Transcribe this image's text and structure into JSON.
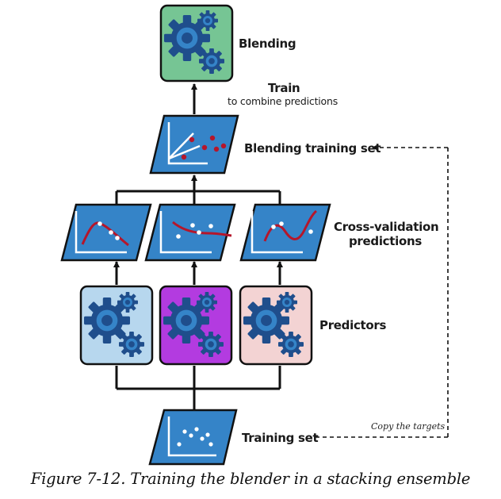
{
  "labels": {
    "blending": "Blending",
    "train": "Train",
    "train_sub": "to combine predictions",
    "blending_training_set": "Blending training set",
    "cv_line1": "Cross-validation",
    "cv_line2": "predictions",
    "predictors": "Predictors",
    "training_set": "Training set",
    "copy_targets": "Copy the targets"
  },
  "caption": "Figure 7-12. Training the blender in a stacking ensemble",
  "colors": {
    "blending_box": "#76c594",
    "predictor_1": "#b7d7ee",
    "predictor_2": "#b33be0",
    "predictor_3": "#f3d3d3",
    "parallelogram": "#3584c8",
    "gear": "#1f4e8c",
    "curve": "#b5162b",
    "stroke": "#111111"
  }
}
